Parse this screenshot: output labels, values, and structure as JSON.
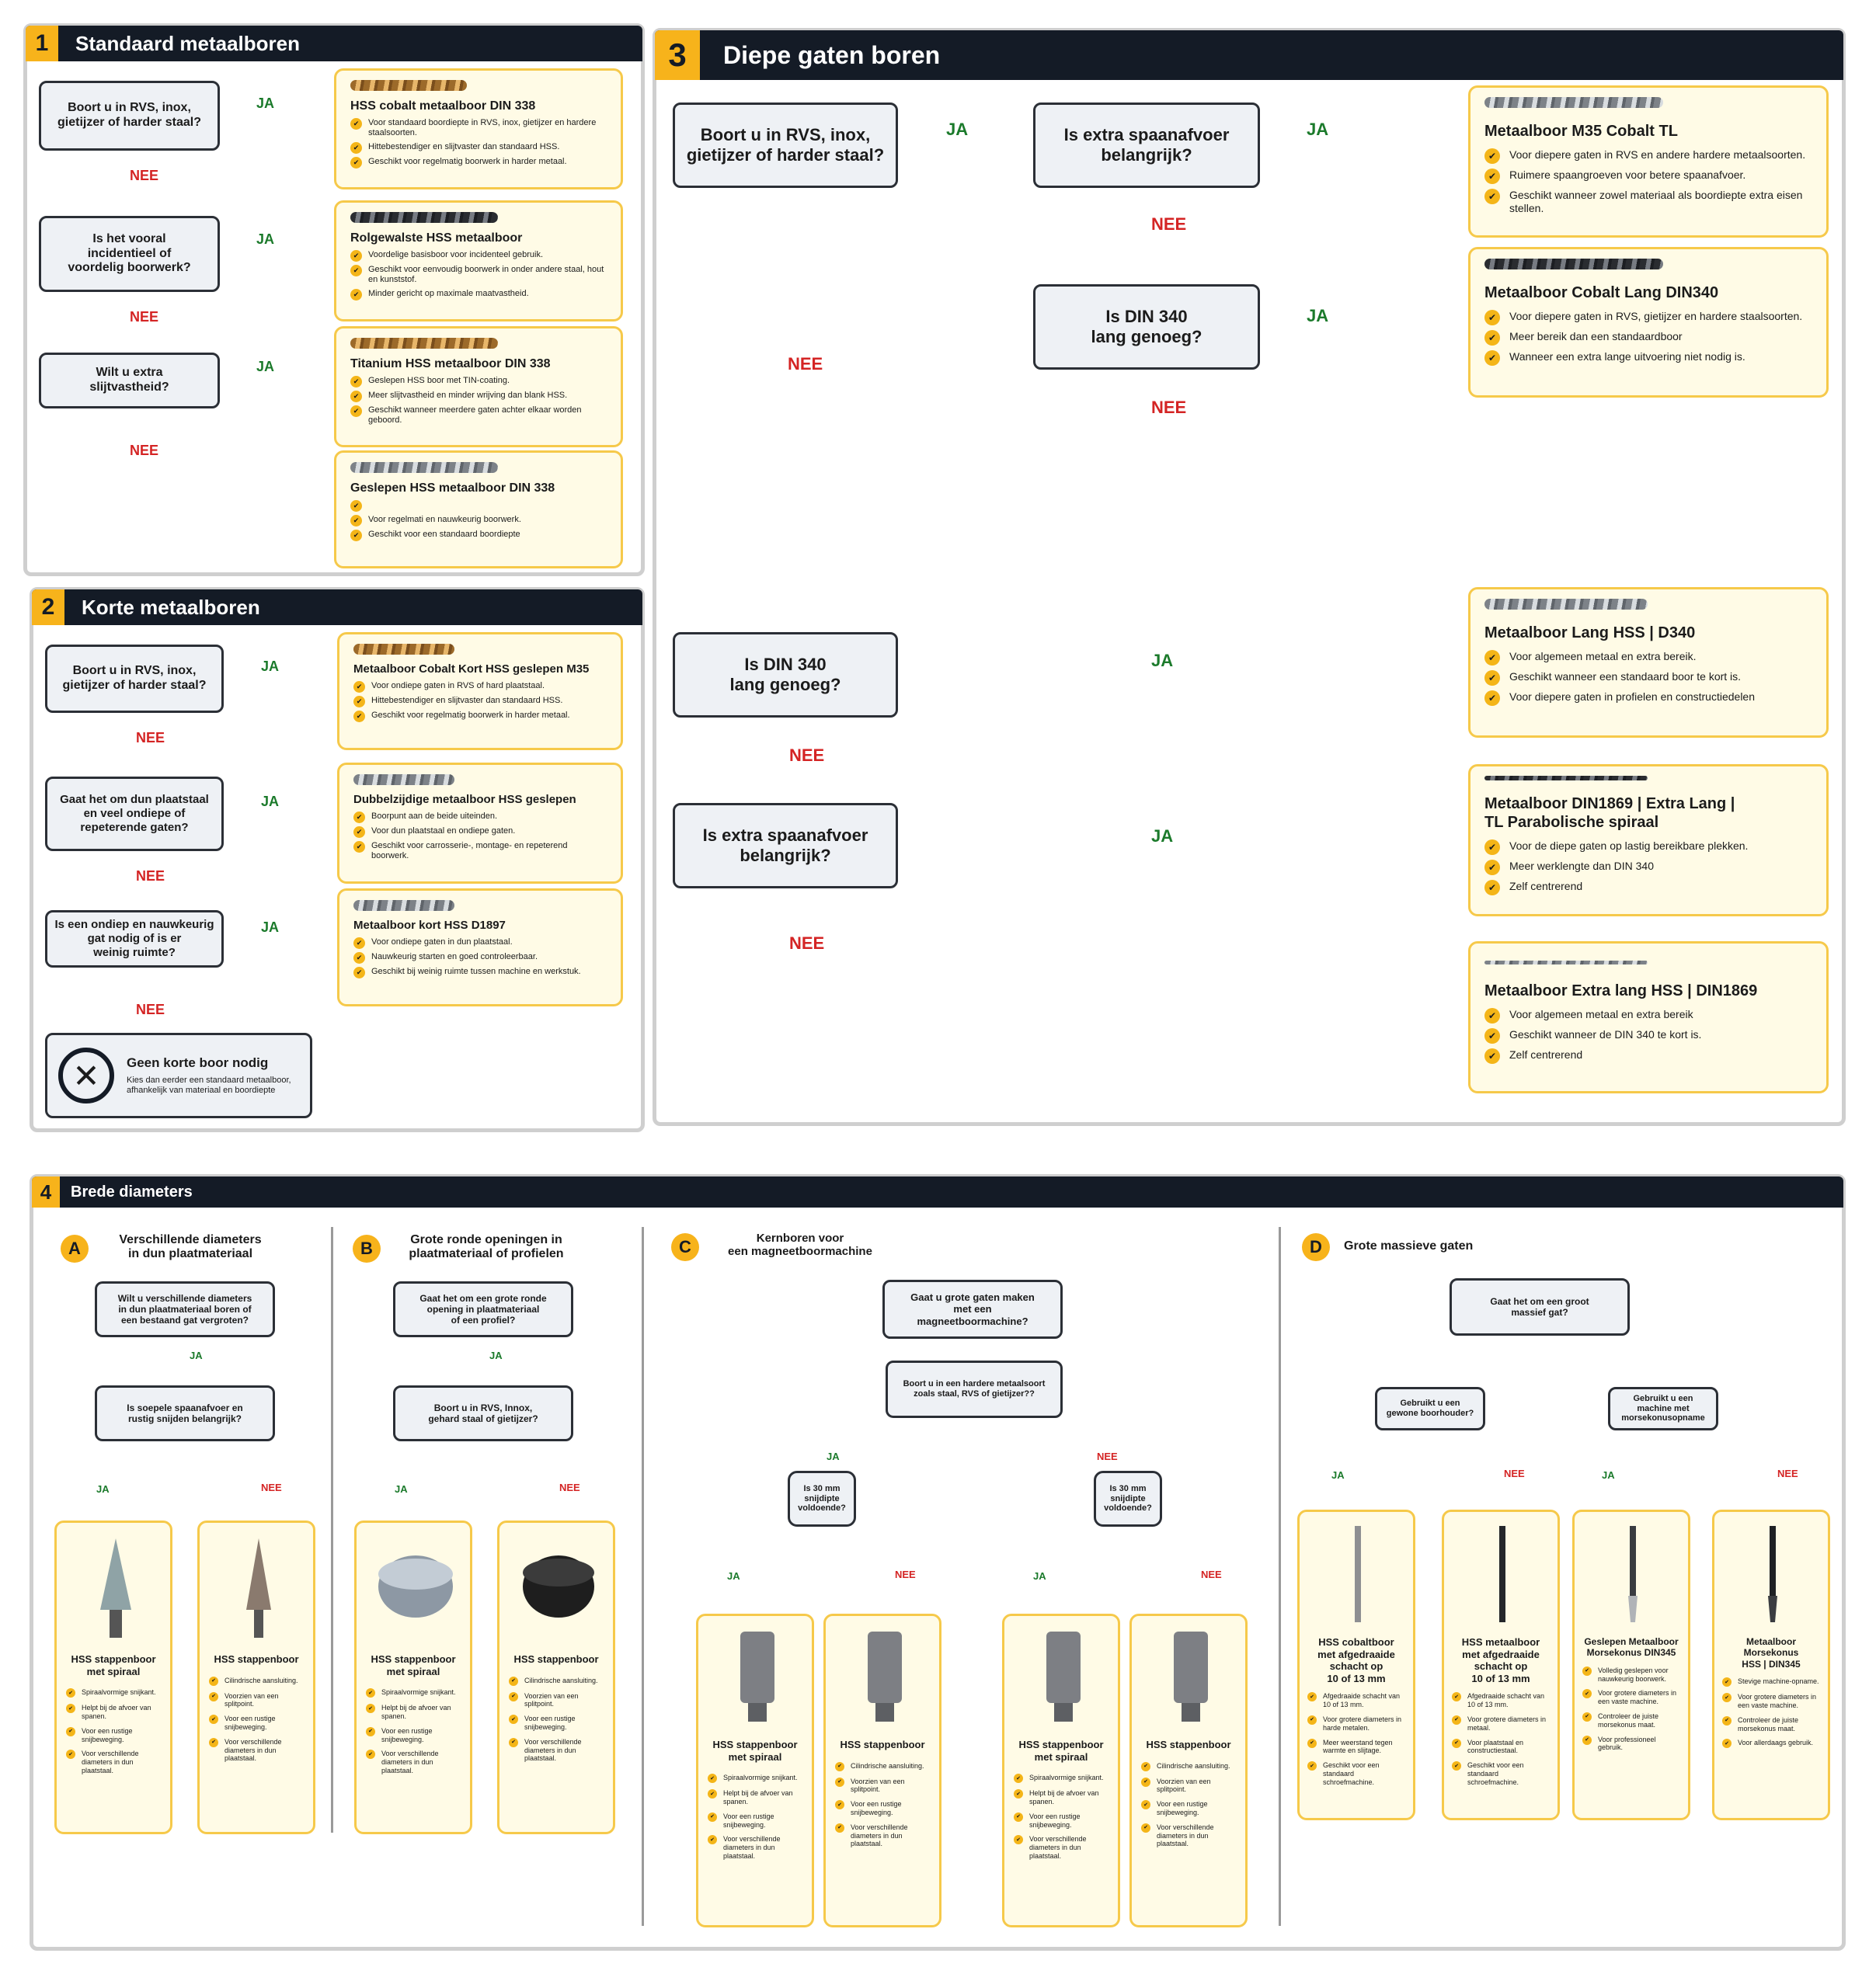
{
  "s1": {
    "num": "1",
    "title": "Standaard metaalboren",
    "q": [
      "Boort u in RVS, inox,\ngietijzer of harder staal?",
      "Is het vooral\nincidentieel of\nvoordelig boorwerk?",
      "Wilt u extra\nslijtvastheid?"
    ],
    "cards": [
      {
        "title": "HSS cobalt metaalboor DIN 338",
        "items": [
          "Voor standaard boordiepte in RVS, inox, gietijzer en hardere staalsoorten.",
          "Hittebestendiger en slijtvaster dan standaard HSS.",
          "Geschikt voor regelmatig boorwerk in harder metaal."
        ]
      },
      {
        "title": "Rolgewalste HSS metaalboor",
        "items": [
          "Voordelige basisboor voor incidenteel gebruik.",
          "Geschikt voor eenvoudig boorwerk in onder andere staal, hout en kunststof.",
          "Minder gericht op maximale maatvastheid."
        ]
      },
      {
        "title": "Titanium HSS metaalboor DIN 338",
        "items": [
          "Geslepen HSS boor met TIN-coating.",
          "Meer slijtvastheid en minder wrijving dan blank HSS.",
          "Geschikt wanneer meerdere gaten achter elkaar worden geboord."
        ]
      },
      {
        "title": "Geslepen HSS metaalboor DIN 338",
        "items": [
          "",
          "Voor regelmati en nauwkeurig boorwerk.",
          "Geschikt voor een standaard boordiepte"
        ]
      }
    ]
  },
  "s2": {
    "num": "2",
    "title": "Korte metaalboren",
    "q": [
      "Boort u in RVS, inox,\ngietijzer of harder staal?",
      "Gaat het om dun plaatstaal\nen veel ondiepe of\nrepeterende gaten?",
      "Is een ondiep en nauwkeurig\ngat nodig of is er\nweinig ruimte?"
    ],
    "cards": [
      {
        "title": "Metaalboor Cobalt Kort HSS geslepen M35",
        "items": [
          "Voor ondiepe gaten in RVS of hard plaatstaal.",
          "Hittebestendiger en slijtvaster dan standaard HSS.",
          "Geschikt voor regelmatig boorwerk in harder metaal."
        ]
      },
      {
        "title": "Dubbelzijdige metaalboor HSS geslepen",
        "items": [
          "Boorpunt aan de beide uiteinden.",
          "Voor dun plaatstaal en ondiepe gaten.",
          "Geschikt voor carrosserie-, montage- en repeterend boorwerk."
        ]
      },
      {
        "title": "Metaalboor kort HSS D1897",
        "items": [
          "Voor ondiepe gaten in dun plaatstaal.",
          "Nauwkeurig starten en goed controleerbaar.",
          "Geschikt bij weinig ruimte tussen machine en werkstuk."
        ]
      }
    ],
    "none": {
      "title": "Geen korte boor nodig",
      "text": "Kies dan eerder een standaard metaalboor, afhankelijk van materiaal en boordiepte"
    }
  },
  "s3": {
    "num": "3",
    "title": "Diepe gaten boren",
    "q": [
      "Boort u in RVS, inox,\ngietijzer of harder staal?",
      "Is extra spaanafvoer\nbelangrijk?",
      "Is DIN 340\nlang genoeg?",
      "Is DIN 340\nlang genoeg?",
      "Is extra spaanafvoer\nbelangrijk?"
    ],
    "cards": [
      {
        "title": "Metaalboor M35 Cobalt TL",
        "items": [
          "Voor diepere gaten in RVS en andere hardere metaalsoorten.",
          "Ruimere spaangroeven voor betere spaanafvoer.",
          "Geschikt wanneer zowel materiaal als boordiepte extra eisen stellen."
        ]
      },
      {
        "title": "Metaalboor Cobalt Lang DIN340",
        "items": [
          "Voor diepere gaten in RVS, gietijzer en hardere staalsoorten.",
          "Meer bereik dan een standaardboor",
          "Wanneer een extra lange uitvoering niet nodig is."
        ]
      },
      {
        "title": "Metaalboor Lang HSS | D340",
        "items": [
          "Voor algemeen metaal en extra bereik.",
          "Geschikt wanneer een standaard boor te kort is.",
          "Voor diepere gaten in profielen en constructiedelen"
        ]
      },
      {
        "title": "Metaalboor DIN1869 | Extra Lang |\nTL Parabolische spiraal",
        "items": [
          "Voor de diepe gaten op lastig bereikbare plekken.",
          "Meer werklengte dan DIN 340",
          "Zelf centrerend"
        ]
      },
      {
        "title": "Metaalboor Extra lang HSS | DIN1869",
        "items": [
          "Voor algemeen metaal en extra bereik",
          "Geschikt wanneer de DIN 340 te kort is.",
          "Zelf centrerend"
        ]
      }
    ]
  },
  "s4": {
    "num": "4",
    "title": "Brede diameters",
    "A": {
      "letter": "A",
      "title": "Verschillende diameters\nin dun plaatmateriaal",
      "q": [
        "Wilt u verschillende diameters\nin dun plaatmateriaal boren of\neen bestaand gat vergroten?",
        "Is soepele spaanafvoer en\nrustig snijden belangrijk?"
      ],
      "cards": [
        {
          "title": "HSS stappenboor\nmet spiraal",
          "items": [
            "Spiraalvormige snijkant.",
            "Helpt bij de afvoer van spanen.",
            "Voor een rustige snijbeweging.",
            "Voor verschillende diameters in dun plaatstaal."
          ]
        },
        {
          "title": "HSS stappenboor",
          "items": [
            "Cilindrische aansluiting.",
            "Voorzien van een splitpoint.",
            "Voor een rustige snijbeweging.",
            "Voor verschillende diameters in dun plaatstaal."
          ]
        }
      ]
    },
    "B": {
      "letter": "B",
      "title": "Grote ronde openingen in\nplaatmateriaal of profielen",
      "q": [
        "Gaat het om een grote ronde\nopening in plaatmateriaal\nof een profiel?",
        "Boort u in RVS, Innox,\ngehard staal of gietijzer?"
      ],
      "cards": [
        {
          "title": "HSS stappenboor\nmet spiraal",
          "items": [
            "Spiraalvormige snijkant.",
            "Helpt bij de afvoer van spanen.",
            "Voor een rustige snijbeweging.",
            "Voor verschillende diameters in dun plaatstaal."
          ]
        },
        {
          "title": "HSS stappenboor",
          "items": [
            "Cilindrische aansluiting.",
            "Voorzien van een splitpoint.",
            "Voor een rustige snijbeweging.",
            "Voor verschillende diameters in dun plaatstaal."
          ]
        }
      ]
    },
    "C": {
      "letter": "C",
      "title": "Kernboren voor\neen magneetboormachine",
      "q": [
        "Gaat u grote gaten maken\nmet een\nmagneetboormachine?",
        "Boort u in een hardere metaalsoort\nzoals staal, RVS of gietijzer??",
        "Is 30 mm\nsnijdipte\nvoldoende?",
        "Is 30 mm\nsnijdipte\nvoldoende?"
      ],
      "cards": [
        {
          "title": "HSS stappenboor\nmet spiraal",
          "items": [
            "Spiraalvormige snijkant.",
            "Helpt bij de afvoer van spanen.",
            "Voor een rustige snijbeweging.",
            "Voor verschillende diameters in dun plaatstaal."
          ]
        },
        {
          "title": "HSS stappenboor",
          "items": [
            "Cilindrische aansluiting.",
            "Voorzien van een splitpoint.",
            "Voor een rustige snijbeweging.",
            "Voor verschillende diameters in dun plaatstaal."
          ]
        },
        {
          "title": "HSS stappenboor\nmet spiraal",
          "items": [
            "Spiraalvormige snijkant.",
            "Helpt bij de afvoer van spanen.",
            "Voor een rustige snijbeweging.",
            "Voor verschillende diameters in dun plaatstaal."
          ]
        },
        {
          "title": "HSS stappenboor",
          "items": [
            "Cilindrische aansluiting.",
            "Voorzien van een splitpoint.",
            "Voor een rustige snijbeweging.",
            "Voor verschillende diameters in dun plaatstaal."
          ]
        }
      ]
    },
    "D": {
      "letter": "D",
      "title": "Grote massieve gaten",
      "q": [
        "Gaat het om een groot\nmassief gat?",
        "Gebruikt u een\ngewone boorhouder?",
        "Gebruikt u een\nmachine met\nmorsekonusopname"
      ],
      "cards": [
        {
          "title": "HSS cobaltboor\nmet afgedraaide\nschacht op\n10 of 13 mm",
          "items": [
            "Afgedraaide schacht van 10 of 13 mm.",
            "Voor grotere diameters in harde metalen.",
            "Meer weerstand tegen warmte en slijtage.",
            "Geschikt voor een standaard schroefmachine."
          ]
        },
        {
          "title": "HSS metaalboor\nmet afgedraaide\nschacht op\n10 of 13 mm",
          "items": [
            "Afgedraaide schacht van 10 of 13 mm.",
            "Voor grotere diameters in metaal.",
            "Voor plaatstaal en constructiestaal.",
            "Geschikt voor een standaard schroefmachine."
          ]
        },
        {
          "title": "Geslepen Metaalboor\nMorsekonus DIN345",
          "items": [
            "Volledig geslepen voor nauwkeurig boorwerk.",
            "Voor grotere diameters in een vaste machine.",
            "Controleer de juiste morsekonus maat.",
            "Voor professioneel gebruik."
          ]
        },
        {
          "title": "Metaalboor Morsekonus\nHSS | DIN345",
          "items": [
            "Stevige machine-opname.",
            "Voor grotere diameters in een vaste machine.",
            "Controleer de juiste morsekonus maat.",
            "Voor allerdaags gebruik."
          ]
        }
      ]
    }
  },
  "labels": {
    "ja": "JA",
    "nee": "NEE",
    "check": "✔",
    "x": "✕"
  },
  "colors": {
    "accent": "#f7b31b",
    "header": "#141b26",
    "ja": "#1b7a2b",
    "nee": "#d42424",
    "card": "#fffbe6"
  }
}
